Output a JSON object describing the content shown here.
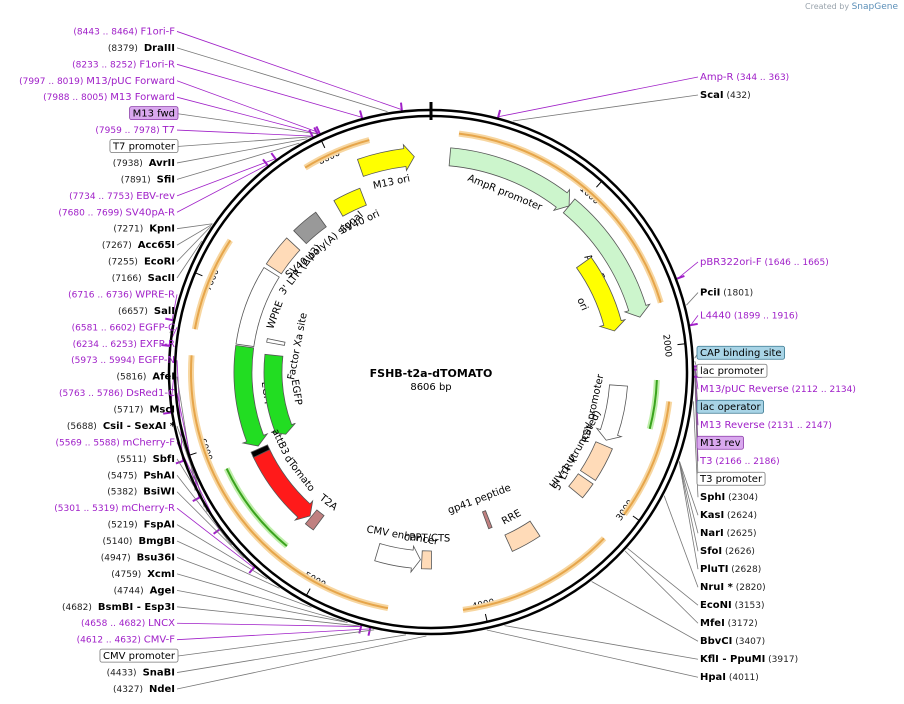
{
  "credit": {
    "prefix": "Created by",
    "brand": "SnapGene"
  },
  "plasmid": {
    "name": "FSHB-t2a-dTOMATO",
    "length_label": "8606 bp",
    "length": 8606
  },
  "ticks": [
    {
      "pos": 1000,
      "label": "1000"
    },
    {
      "pos": 2000,
      "label": "2000"
    },
    {
      "pos": 3000,
      "label": "3000"
    },
    {
      "pos": 4000,
      "label": "4000"
    },
    {
      "pos": 5000,
      "label": "5000"
    },
    {
      "pos": 6000,
      "label": "6000"
    },
    {
      "pos": 7000,
      "label": "7000"
    },
    {
      "pos": 8000,
      "label": "8000"
    }
  ],
  "labels": [
    {
      "id": "f1ori-f",
      "kind": "primer",
      "name": "F1ori-F",
      "coord": "(8443 .. 8464)",
      "pos": 8454
    },
    {
      "id": "draiii",
      "kind": "enzyme",
      "name": "DraIII",
      "coord": "(8379)",
      "pos": 8379
    },
    {
      "id": "f1ori-r",
      "kind": "primer",
      "name": "F1ori-R",
      "coord": "(8233 .. 8252)",
      "pos": 8243
    },
    {
      "id": "m13puc-fwd",
      "kind": "primer",
      "name": "M13/pUC Forward",
      "coord": "(7997 .. 8019)",
      "pos": 8008
    },
    {
      "id": "m13-forward",
      "kind": "primer",
      "name": "M13 Forward",
      "coord": "(7988 .. 8005)",
      "pos": 7996
    },
    {
      "id": "m13-fwd",
      "kind": "purplebox",
      "name": "M13 fwd",
      "coord": "",
      "pos": 7995
    },
    {
      "id": "t7",
      "kind": "primer",
      "name": "T7",
      "coord": "(7959 .. 7978)",
      "pos": 7968
    },
    {
      "id": "t7-promoter",
      "kind": "whitebox",
      "name": "T7 promoter",
      "coord": "",
      "pos": 7960
    },
    {
      "id": "avrii",
      "kind": "enzyme",
      "name": "AvrII",
      "coord": "(7938)",
      "pos": 7938
    },
    {
      "id": "sfii",
      "kind": "enzyme",
      "name": "SfiI",
      "coord": "(7891)",
      "pos": 7891
    },
    {
      "id": "ebv-rev",
      "kind": "primer",
      "name": "EBV-rev",
      "coord": "(7734 .. 7753)",
      "pos": 7743
    },
    {
      "id": "sv40pa-r",
      "kind": "primer",
      "name": "SV40pA-R",
      "coord": "(7680 .. 7699)",
      "pos": 7690
    },
    {
      "id": "kpni",
      "kind": "enzyme",
      "name": "KpnI",
      "coord": "(7271)",
      "pos": 7271
    },
    {
      "id": "acc65i",
      "kind": "enzyme",
      "name": "Acc65I",
      "coord": "(7267)",
      "pos": 7267
    },
    {
      "id": "ecori",
      "kind": "enzyme",
      "name": "EcoRI",
      "coord": "(7255)",
      "pos": 7255
    },
    {
      "id": "sacii",
      "kind": "enzyme",
      "name": "SacII",
      "coord": "(7166)",
      "pos": 7166
    },
    {
      "id": "wpre-r",
      "kind": "primer",
      "name": "WPRE-R",
      "coord": "(6716 .. 6736)",
      "pos": 6726
    },
    {
      "id": "sali",
      "kind": "enzyme",
      "name": "SalI",
      "coord": "(6657)",
      "pos": 6657
    },
    {
      "id": "egfp-c",
      "kind": "primer",
      "name": "EGFP-C",
      "coord": "(6581 .. 6602)",
      "pos": 6591
    },
    {
      "id": "exfp-r",
      "kind": "primer",
      "name": "EXFP-R",
      "coord": "(6234 .. 6253)",
      "pos": 6243
    },
    {
      "id": "egfp-n",
      "kind": "primer",
      "name": "EGFP-N",
      "coord": "(5973 .. 5994)",
      "pos": 5983
    },
    {
      "id": "afei",
      "kind": "enzyme",
      "name": "AfeI",
      "coord": "(5816)",
      "pos": 5816
    },
    {
      "id": "dsred1-c",
      "kind": "primer",
      "name": "DsRed1-C",
      "coord": "(5763 .. 5786)",
      "pos": 5774
    },
    {
      "id": "msci",
      "kind": "enzyme",
      "name": "MscI",
      "coord": "(5717)",
      "pos": 5717
    },
    {
      "id": "csii",
      "kind": "enzyme2",
      "name": "CsiI",
      "name2": "SexAI *",
      "coord": "(5688)",
      "pos": 5688
    },
    {
      "id": "mcherry-f",
      "kind": "primer",
      "name": "mCherry-F",
      "coord": "(5569 .. 5588)",
      "pos": 5578
    },
    {
      "id": "sbfi",
      "kind": "enzyme",
      "name": "SbfI",
      "coord": "(5511)",
      "pos": 5511
    },
    {
      "id": "pshai",
      "kind": "enzyme",
      "name": "PshAI",
      "coord": "(5475)",
      "pos": 5475
    },
    {
      "id": "bsiwi",
      "kind": "enzyme",
      "name": "BsiWI",
      "coord": "(5382)",
      "pos": 5382
    },
    {
      "id": "mcherry-r",
      "kind": "primer",
      "name": "mCherry-R",
      "coord": "(5301 .. 5319)",
      "pos": 5310
    },
    {
      "id": "fspai",
      "kind": "enzyme",
      "name": "FspAI",
      "coord": "(5219)",
      "pos": 5219
    },
    {
      "id": "bmgbi",
      "kind": "enzyme",
      "name": "BmgBI",
      "coord": "(5140)",
      "pos": 5140
    },
    {
      "id": "bsu36i",
      "kind": "enzyme",
      "name": "Bsu36I",
      "coord": "(4947)",
      "pos": 4947
    },
    {
      "id": "xcmi",
      "kind": "enzyme",
      "name": "XcmI",
      "coord": "(4759)",
      "pos": 4759
    },
    {
      "id": "agei",
      "kind": "enzyme",
      "name": "AgeI",
      "coord": "(4744)",
      "pos": 4744
    },
    {
      "id": "bsmbi",
      "kind": "enzyme2",
      "name": "BsmBI",
      "name2": "Esp3I",
      "coord": "(4682)",
      "pos": 4682
    },
    {
      "id": "lncx",
      "kind": "primer",
      "name": "LNCX",
      "coord": "(4658 .. 4682)",
      "pos": 4670
    },
    {
      "id": "cmv-f",
      "kind": "primer",
      "name": "CMV-F",
      "coord": "(4612 .. 4632)",
      "pos": 4622
    },
    {
      "id": "cmv-promoter-box",
      "kind": "whitebox",
      "name": "CMV promoter",
      "coord": "",
      "pos": 4600
    },
    {
      "id": "snabi",
      "kind": "enzyme",
      "name": "SnaBI",
      "coord": "(4433)",
      "pos": 4433
    },
    {
      "id": "ndei",
      "kind": "enzyme",
      "name": "NdeI",
      "coord": "(4327)",
      "pos": 4327
    },
    {
      "id": "amp-r",
      "kind": "primer",
      "name": "Amp-R",
      "coord": "(344 .. 363)",
      "pos": 353
    },
    {
      "id": "scai",
      "kind": "enzyme",
      "name": "ScaI",
      "coord": "(432)",
      "pos": 432
    },
    {
      "id": "pbr322ori-f",
      "kind": "primer",
      "name": "pBR322ori-F",
      "coord": "(1646 .. 1665)",
      "pos": 1655
    },
    {
      "id": "pcii",
      "kind": "enzyme",
      "name": "PciI",
      "coord": "(1801)",
      "pos": 1801
    },
    {
      "id": "l4440",
      "kind": "primer",
      "name": "L4440",
      "coord": "(1899 .. 1916)",
      "pos": 1907
    },
    {
      "id": "cap-site",
      "kind": "bluebox",
      "name": "CAP binding site",
      "coord": "",
      "pos": 2080
    },
    {
      "id": "lac-promoter",
      "kind": "whitebox",
      "name": "lac promoter",
      "coord": "",
      "pos": 2095
    },
    {
      "id": "m13puc-rev",
      "kind": "primer",
      "name": "M13/pUC Reverse",
      "coord": "(2112 .. 2134)",
      "pos": 2123
    },
    {
      "id": "lac-operator",
      "kind": "bluebox",
      "name": "lac operator",
      "coord": "",
      "pos": 2130
    },
    {
      "id": "m13-reverse",
      "kind": "primer",
      "name": "M13 Reverse",
      "coord": "(2131 .. 2147)",
      "pos": 2139
    },
    {
      "id": "m13-rev",
      "kind": "purplebox",
      "name": "M13 rev",
      "coord": "",
      "pos": 2145
    },
    {
      "id": "t3",
      "kind": "primer",
      "name": "T3",
      "coord": "(2166 .. 2186)",
      "pos": 2176
    },
    {
      "id": "t3-promoter",
      "kind": "whitebox",
      "name": "T3 promoter",
      "coord": "",
      "pos": 2180
    },
    {
      "id": "sphi",
      "kind": "enzyme",
      "name": "SphI",
      "coord": "(2304)",
      "pos": 2304
    },
    {
      "id": "kasi",
      "kind": "enzyme",
      "name": "KasI",
      "coord": "(2624)",
      "pos": 2624
    },
    {
      "id": "nari",
      "kind": "enzyme",
      "name": "NarI",
      "coord": "(2625)",
      "pos": 2625
    },
    {
      "id": "sfoi",
      "kind": "enzyme",
      "name": "SfoI",
      "coord": "(2626)",
      "pos": 2626
    },
    {
      "id": "plutI",
      "kind": "enzyme",
      "name": "PluTI",
      "coord": "(2628)",
      "pos": 2628
    },
    {
      "id": "nrui",
      "kind": "enzyme",
      "name": "NruI *",
      "coord": "(2820)",
      "pos": 2820
    },
    {
      "id": "ecoNI",
      "kind": "enzyme",
      "name": "EcoNI",
      "coord": "(3153)",
      "pos": 3153
    },
    {
      "id": "mfei",
      "kind": "enzyme",
      "name": "MfeI",
      "coord": "(3172)",
      "pos": 3172
    },
    {
      "id": "bbvci",
      "kind": "enzyme",
      "name": "BbvCI",
      "coord": "(3407)",
      "pos": 3407
    },
    {
      "id": "kfli",
      "kind": "enzyme2",
      "name": "KflI",
      "name2": "PpuMI",
      "coord": "(3917)",
      "pos": 3917
    },
    {
      "id": "hpai",
      "kind": "enzyme",
      "name": "HpaI",
      "coord": "(4011)",
      "pos": 4011
    }
  ],
  "features": [
    {
      "id": "amp-promoter",
      "name": "AmpR promoter",
      "start": 120,
      "end": 950,
      "color": "#ccf5cc",
      "dir": 1,
      "ring": 1
    },
    {
      "id": "ampr",
      "name": "AmpR",
      "start": 950,
      "end": 1800,
      "color": "#ccf5cc",
      "dir": 1,
      "ring": 1
    },
    {
      "id": "m13-ori",
      "name": "M13 ori",
      "start": 8150,
      "end": 8500,
      "color": "#ffff00",
      "dir": 1,
      "ring": 1
    },
    {
      "id": "ori",
      "name": "ori",
      "start": 1300,
      "end": 1850,
      "color": "#ffff00",
      "dir": 1,
      "ring": 2
    },
    {
      "id": "sv40-ori",
      "name": "SV40 ori",
      "start": 7900,
      "end": 8100,
      "color": "#ffff00",
      "dir": 0,
      "ring": 2
    },
    {
      "id": "sv40-pa",
      "name": "SV40 poly(A) signal",
      "start": 7550,
      "end": 7750,
      "color": "#999999",
      "dir": 0,
      "ring": 2
    },
    {
      "id": "ltr3",
      "name": "3' LTR (ΔU3)",
      "start": 7250,
      "end": 7480,
      "color": "#ffdbb8",
      "dir": 0,
      "ring": 2
    },
    {
      "id": "wpre",
      "name": "WPRE",
      "start": 6650,
      "end": 7220,
      "color": "#ffffff",
      "dir": 0,
      "ring": 2
    },
    {
      "id": "egfp1",
      "name": "EGFP",
      "start": 5900,
      "end": 6640,
      "color": "#22dd22",
      "dir": -1,
      "ring": 2
    },
    {
      "id": "dtomato",
      "name": "dTomato",
      "start": 5260,
      "end": 5850,
      "color": "#ff1a1a",
      "dir": -1,
      "ring": 2
    },
    {
      "id": "t2a",
      "name": "T2A",
      "start": 5180,
      "end": 5250,
      "color": "#c08080",
      "dir": 0,
      "ring": 2
    },
    {
      "id": "egfp2",
      "name": "EGFP",
      "start": 5900,
      "end": 6600,
      "color": "#22dd22",
      "dir": -1,
      "ring": 3
    },
    {
      "id": "factor-xa",
      "name": "Factor Xa site",
      "start": 6700,
      "end": 6730,
      "color": "#ffffff",
      "dir": 0,
      "ring": 3
    },
    {
      "id": "attb3",
      "name": "attB3",
      "start": 5840,
      "end": 5880,
      "color": "#000000",
      "dir": 0,
      "ring": 2
    },
    {
      "id": "cmv-enhancer",
      "name": "CMV enhancer",
      "start": 4380,
      "end": 4700,
      "color": "#ffffff",
      "dir": -1,
      "ring": 2
    },
    {
      "id": "cppt",
      "name": "cPPT/CTS",
      "start": 4300,
      "end": 4370,
      "color": "#ffdbb8",
      "dir": 0,
      "ring": 2
    },
    {
      "id": "gp41",
      "name": "gp41 peptide",
      "start": 3790,
      "end": 3820,
      "color": "#c08080",
      "dir": 0,
      "ring": 3
    },
    {
      "id": "rre",
      "name": "RRE",
      "start": 3500,
      "end": 3720,
      "color": "#ffdbb8",
      "dir": 0,
      "ring": 2
    },
    {
      "id": "hiv-psi",
      "name": "HIV-1 Ψ",
      "start": 2980,
      "end": 3100,
      "color": "#ffdbb8",
      "dir": 0,
      "ring": 2
    },
    {
      "id": "ltr5",
      "name": "5' LTR (truncated)",
      "start": 2700,
      "end": 2950,
      "color": "#ffdbb8",
      "dir": 0,
      "ring": 2
    },
    {
      "id": "rsv",
      "name": "RSV promoter",
      "start": 2250,
      "end": 2660,
      "color": "#ffffff",
      "dir": 1,
      "ring": 2
    }
  ]
}
